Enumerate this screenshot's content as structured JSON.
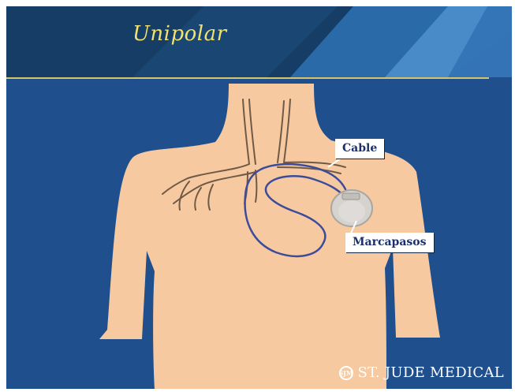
{
  "slide": {
    "title": "Unipolar"
  },
  "diagram": {
    "labels": {
      "cable": "Cable",
      "pacemaker": "Marcapasos"
    }
  },
  "footer": {
    "company": "ST. JUDE MEDICAL",
    "logo_mark": "SJM"
  },
  "colors": {
    "background": "#1f4f8c",
    "header": "#163d66",
    "title": "#f0e26c",
    "rule": "#d7c46a",
    "skin": "#f7c9a0",
    "lead": "#3d4c9a",
    "callout_text": "#1b2f6b"
  }
}
